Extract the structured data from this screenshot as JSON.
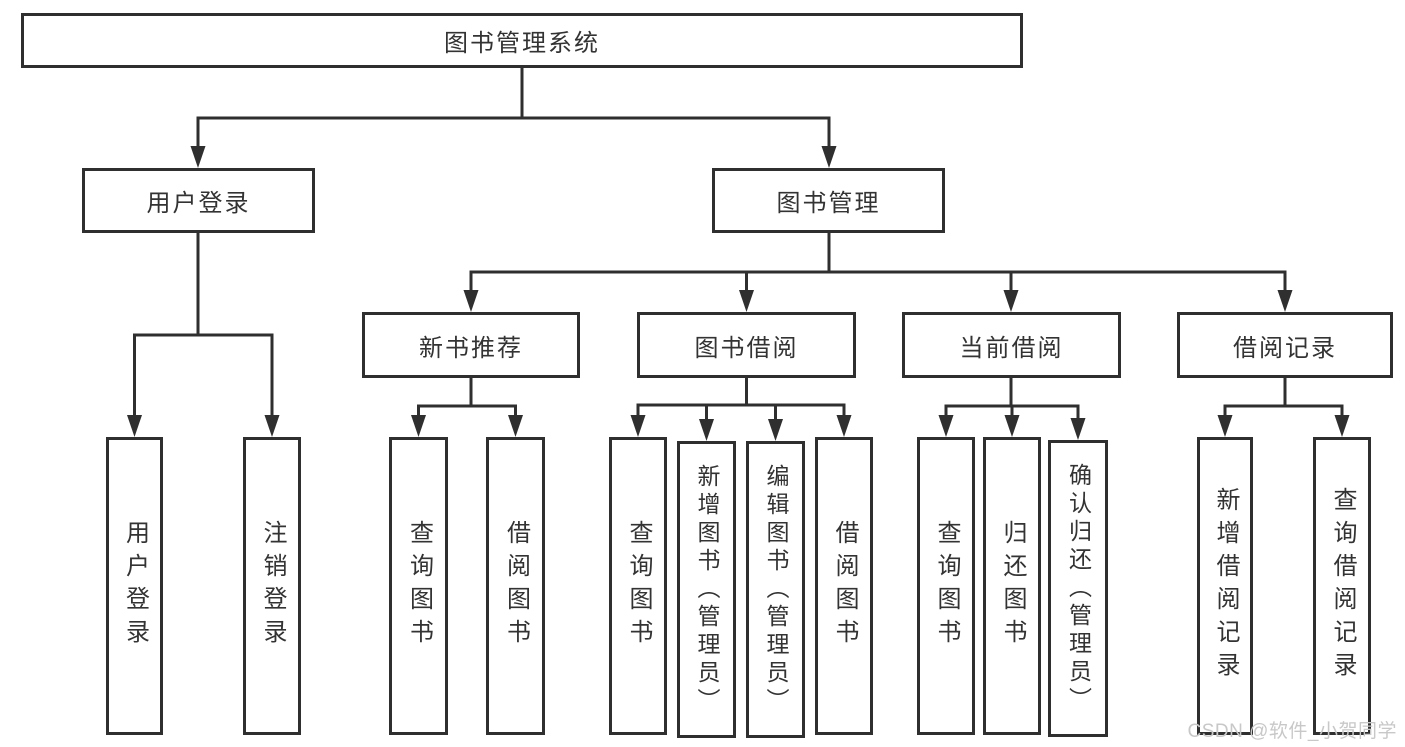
{
  "diagram": {
    "root": {
      "label": "图书管理系统"
    },
    "level2": {
      "user_login": {
        "label": "用户登录"
      },
      "book_management": {
        "label": "图书管理"
      }
    },
    "level3": {
      "new_books": {
        "label": "新书推荐"
      },
      "book_borrowing": {
        "label": "图书借阅"
      },
      "current_borrowing": {
        "label": "当前借阅"
      },
      "borrowing_records": {
        "label": "借阅记录"
      }
    },
    "leaves": {
      "login": [
        "用户登录",
        "注销登录"
      ],
      "new_books": [
        "查询图书",
        "借阅图书"
      ],
      "book_borrowing": [
        "查询图书",
        "新增图书（管理员）",
        "编辑图书（管理员）",
        "借阅图书"
      ],
      "current_borrowing": [
        "查询图书",
        "归还图书",
        "确认归还（管理员）"
      ],
      "borrowing_records": [
        "新增借阅记录",
        "查询借阅记录"
      ]
    }
  },
  "watermark": {
    "text": "CSDN @软件_小贺同学"
  },
  "colors": {
    "line": "#2f2f2f",
    "text": "#333333",
    "watermark": "#c8c8c8",
    "background": "#ffffff"
  }
}
